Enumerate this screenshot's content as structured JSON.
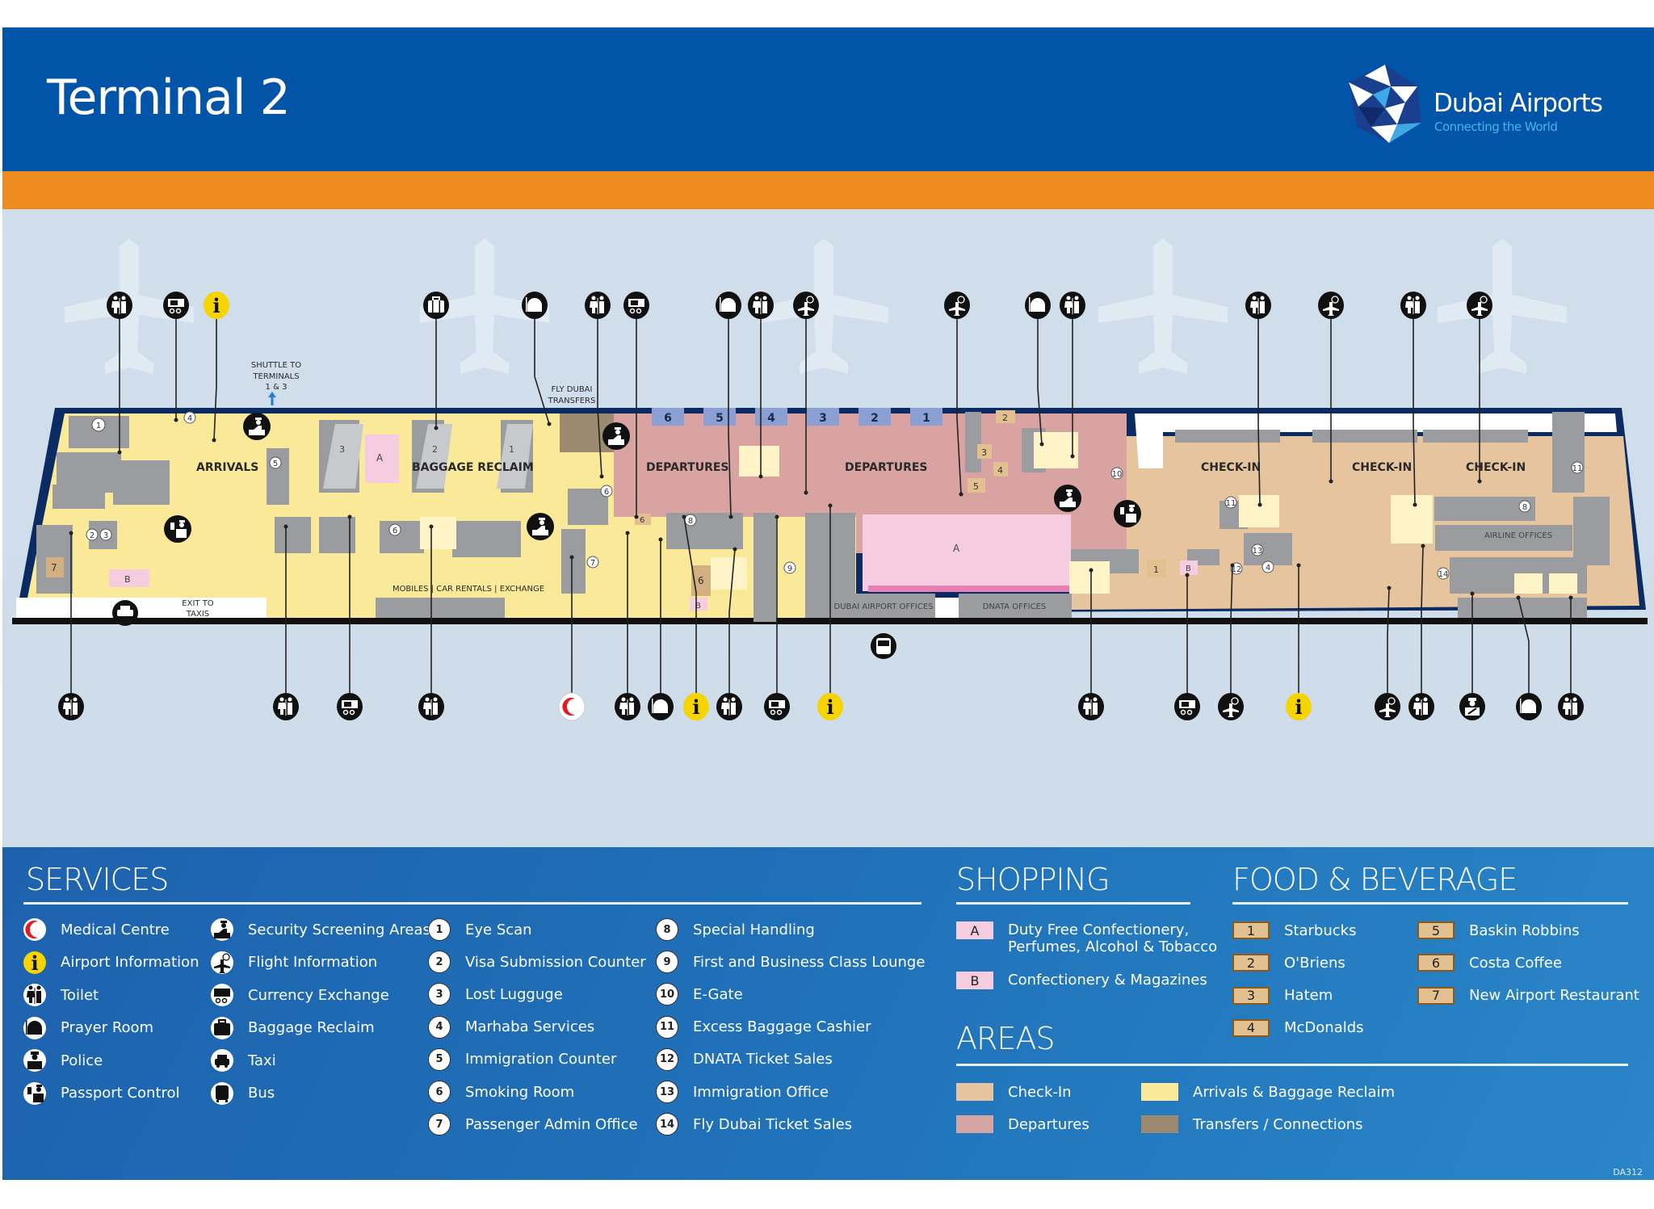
{
  "header": {
    "title": "Terminal 2",
    "logo_name": "Dubai Airports",
    "logo_tagline": "Connecting the World",
    "colors": {
      "header_blue": "#0254a8",
      "accent_orange": "#ee8b1e",
      "tagline_blue": "#45b6ec"
    }
  },
  "map": {
    "zones": {
      "arrivals_label": "ARRIVALS",
      "baggage_reclaim_label": "BAGGAGE RECLAIM",
      "departures_label_1": "DEPARTURES",
      "departures_label_2": "DEPARTURES",
      "checkin_label_1": "CHECK-IN",
      "checkin_label_2": "CHECK-IN",
      "checkin_label_3": "CHECK-IN",
      "shuttle_label_1": "SHUTTLE TO",
      "shuttle_label_2": "TERMINALS",
      "shuttle_label_3": "1 & 3",
      "flydubai_label_1": "FLY DUBAI",
      "flydubai_label_2": "TRANSFERS",
      "mobiles_label": "MOBILES  |  CAR RENTALS  |  EXCHANGE",
      "exit_taxis_1": "EXIT TO",
      "exit_taxis_2": "TAXIS",
      "dubai_airport_offices": "DUBAI AIRPORT OFFICES",
      "dnata_offices": "DNATA OFFICES",
      "airline_offices": "AIRLINE OFFICES"
    },
    "gates": [
      "6",
      "5",
      "4",
      "3",
      "2",
      "1"
    ],
    "belts": [
      "3",
      "2",
      "1"
    ],
    "shop_markers": {
      "duty_free": "A",
      "duty_free_arrivals": "A",
      "confectionery_arrivals": "B",
      "confectionery_departures": "B",
      "confectionery_checkin": "B"
    },
    "food_markers": [
      "1",
      "2",
      "3",
      "4",
      "5",
      "6",
      "6",
      "7"
    ],
    "service_markers": [
      "1",
      "2",
      "3",
      "4",
      "4",
      "5",
      "6",
      "6",
      "7",
      "8",
      "8",
      "9",
      "10",
      "11",
      "11",
      "12",
      "13",
      "14"
    ],
    "top_icons": [
      "toilet",
      "currency",
      "info",
      "baggage",
      "prayer",
      "toilet",
      "currency",
      "prayer",
      "toilet",
      "flight",
      "flight",
      "prayer",
      "toilet",
      "toilet",
      "flight",
      "toilet",
      "flight"
    ],
    "bottom_icons": [
      "toilet",
      "toilet",
      "currency",
      "toilet",
      "medical",
      "toilet",
      "prayer",
      "info",
      "toilet",
      "currency",
      "info",
      "toilet",
      "currency",
      "flight",
      "info",
      "flight",
      "toilet",
      "police",
      "prayer",
      "toilet"
    ],
    "colors": {
      "arrivals": "#fbe99a",
      "departures": "#d8a3a0",
      "checkin": "#e6c49d",
      "transfers": "#9c8a70",
      "walls": "#0b2c63",
      "blocks": "#9a9ca0",
      "duty_free": "#f6cde0"
    }
  },
  "legend": {
    "services": {
      "heading": "SERVICES",
      "icons_col1": [
        {
          "icon": "medical-icon",
          "label": "Medical Centre"
        },
        {
          "icon": "info-icon",
          "label": "Airport Information"
        },
        {
          "icon": "toilet-icon",
          "label": "Toilet"
        },
        {
          "icon": "prayer-room-icon",
          "label": "Prayer Room"
        },
        {
          "icon": "police-icon",
          "label": "Police"
        },
        {
          "icon": "passport-control-icon",
          "label": "Passport Control"
        }
      ],
      "icons_col2": [
        {
          "icon": "security-icon",
          "label": "Security Screening Areas"
        },
        {
          "icon": "flight-info-icon",
          "label": "Flight Information"
        },
        {
          "icon": "currency-exchange-icon",
          "label": "Currency Exchange"
        },
        {
          "icon": "baggage-icon",
          "label": "Baggage Reclaim"
        },
        {
          "icon": "taxi-icon",
          "label": "Taxi"
        },
        {
          "icon": "bus-icon",
          "label": "Bus"
        }
      ],
      "numbered_col1": [
        {
          "num": "1",
          "label": "Eye Scan"
        },
        {
          "num": "2",
          "label": "Visa Submission Counter"
        },
        {
          "num": "3",
          "label": "Lost Lugguge"
        },
        {
          "num": "4",
          "label": "Marhaba Services"
        },
        {
          "num": "5",
          "label": "Immigration Counter"
        },
        {
          "num": "6",
          "label": "Smoking Room"
        },
        {
          "num": "7",
          "label": "Passenger Admin Office"
        }
      ],
      "numbered_col2": [
        {
          "num": "8",
          "label": "Special Handling"
        },
        {
          "num": "9",
          "label": "First and Business Class Lounge"
        },
        {
          "num": "10",
          "label": "E-Gate"
        },
        {
          "num": "11",
          "label": "Excess Baggage Cashier"
        },
        {
          "num": "12",
          "label": "DNATA Ticket Sales"
        },
        {
          "num": "13",
          "label": "Immigration Office"
        },
        {
          "num": "14",
          "label": "Fly Dubai Ticket Sales"
        }
      ]
    },
    "shopping": {
      "heading": "SHOPPING",
      "items": [
        {
          "code": "A",
          "label_1": "Duty Free Confectionery,",
          "label_2": "Perfumes, Alcohol & Tobacco"
        },
        {
          "code": "B",
          "label_1": "Confectionery & Magazines",
          "label_2": ""
        }
      ],
      "swatch_color": "#f6cde0"
    },
    "food": {
      "heading": "FOOD & BEVERAGE",
      "items": [
        {
          "code": "1",
          "label": "Starbucks"
        },
        {
          "code": "2",
          "label": "O'Briens"
        },
        {
          "code": "3",
          "label": "Hatem"
        },
        {
          "code": "4",
          "label": "McDonalds"
        },
        {
          "code": "5",
          "label": "Baskin Robbins"
        },
        {
          "code": "6",
          "label": "Costa Coffee"
        },
        {
          "code": "7",
          "label": "New Airport Restaurant"
        }
      ],
      "swatch_color": "#e2c08f"
    },
    "areas": {
      "heading": "AREAS",
      "items": [
        {
          "label": "Check-In",
          "color": "#e6c49d"
        },
        {
          "label": "Departures",
          "color": "#d3a6a4"
        },
        {
          "label": "Arrivals & Baggage Reclaim",
          "color": "#fbe99a"
        },
        {
          "label": "Transfers / Connections",
          "color": "#9c8a70"
        }
      ]
    },
    "code": "DA312"
  }
}
